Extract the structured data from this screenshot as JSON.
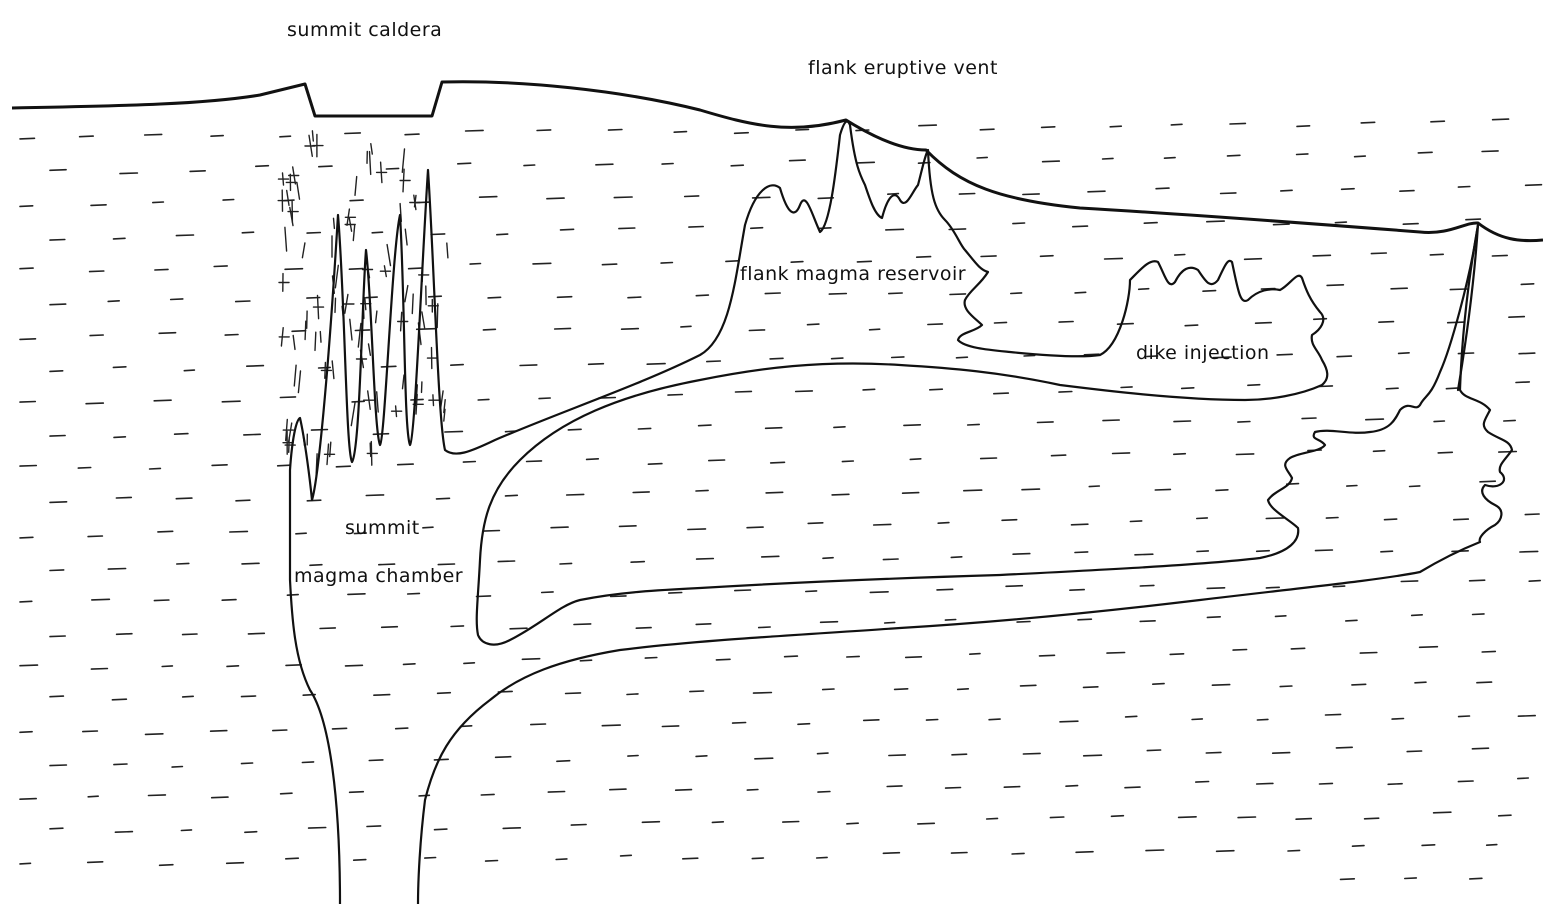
{
  "diagram": {
    "labels": {
      "summit_caldera": "summit caldera",
      "flank_eruptive_vent": "flank eruptive vent",
      "flank_magma_reservoir": "flank magma reservoir",
      "dike_injection": "dike  injection",
      "summit_line1": "summit",
      "summit_line2": "magma chamber"
    }
  }
}
